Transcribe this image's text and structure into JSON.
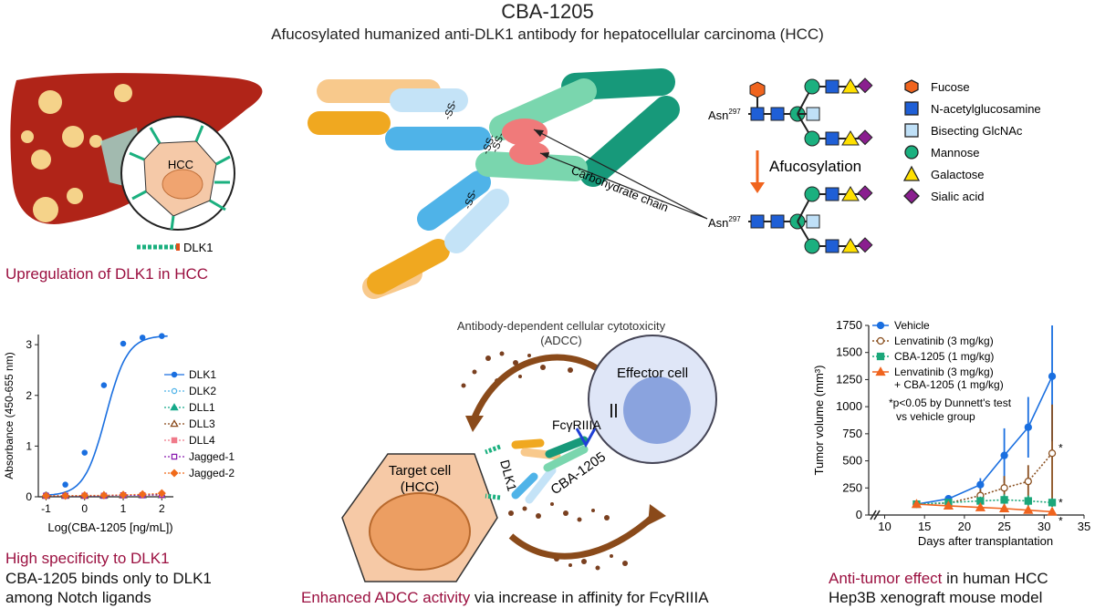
{
  "header": {
    "title": "CBA-1205",
    "subtitle": "Afucosylated humanized anti-DLK1 antibody for hepatocellular carcinoma (HCC)"
  },
  "liver_panel": {
    "cell_label": "HCC",
    "dlk1_label": "DLK1",
    "caption": "Upregulation of DLK1 in HCC"
  },
  "antibody_panel": {
    "bond_label": "-SS-",
    "carb_label": "Carbohydrate chain"
  },
  "glycan_panel": {
    "asn_label": "Asn",
    "asn_sup": "297",
    "process_label": "Afucosylation",
    "legend": [
      {
        "label": "Fucose",
        "shape": "hexagon",
        "color": "#f0641e"
      },
      {
        "label": "N-acetylglucosamine",
        "shape": "square",
        "color": "#1f5fd6"
      },
      {
        "label": "Bisecting GlcNAc",
        "shape": "square",
        "color": "#bfe0f7"
      },
      {
        "label": "Mannose",
        "shape": "circle",
        "color": "#1bb07f"
      },
      {
        "label": "Galactose",
        "shape": "triangle",
        "color": "#ffe000"
      },
      {
        "label": "Sialic acid",
        "shape": "diamond",
        "color": "#8a1f8f"
      }
    ]
  },
  "specificity_panel": {
    "caption_colored": "High specificity to DLK1",
    "caption_line2": "CBA-1205 binds only to DLK1",
    "caption_line3": "among Notch ligands"
  },
  "adcc_panel": {
    "top_label": "Antibody-dependent cellular cytotoxicity",
    "top_label2": "(ADCC)",
    "effector_label": "Effector cell",
    "receptor_label": "FcγRIIIA",
    "target_label1": "Target cell",
    "target_label2": "(HCC)",
    "dlk1_label": "DLK1",
    "antibody_label": "CBA-1205",
    "caption_colored": "Enhanced ADCC activity",
    "caption_rest": " via increase in affinity for FcγRIIIA"
  },
  "tumor_panel": {
    "note_line1": "*p<0.05 by Dunnett's test",
    "note_line2": "vs vehicle group",
    "caption_colored": "Anti-tumor effect",
    "caption_rest": " in human HCC",
    "caption_line2": "Hep3B xenograft mouse model"
  },
  "chart_data": [
    {
      "type": "line",
      "xlabel": "Log(CBA-1205 [ng/mL])",
      "ylabel": "Absorbance (450-655 nm)",
      "xlim": [
        -1.2,
        2.3
      ],
      "ylim": [
        0,
        3.2
      ],
      "xticks": [
        -1,
        0,
        1,
        2
      ],
      "yticks": [
        0,
        1,
        2,
        3
      ],
      "x": [
        -1.0,
        -0.5,
        0.0,
        0.5,
        1.0,
        1.5,
        2.0
      ],
      "series": [
        {
          "name": "DLK1",
          "color": "#1a6fe0",
          "marker": "circle",
          "values": [
            0.04,
            0.24,
            0.87,
            2.2,
            3.02,
            3.14,
            3.17
          ]
        },
        {
          "name": "DLK2",
          "color": "#4fb3e8",
          "marker": "open-circle",
          "values": [
            0.02,
            0.02,
            0.02,
            0.03,
            0.03,
            0.03,
            0.04
          ]
        },
        {
          "name": "DLL1",
          "color": "#16a98a",
          "marker": "triangle",
          "values": [
            0.02,
            0.02,
            0.02,
            0.02,
            0.03,
            0.03,
            0.03
          ]
        },
        {
          "name": "DLL3",
          "color": "#8a4a1a",
          "marker": "open-triangle",
          "values": [
            0.02,
            0.02,
            0.02,
            0.03,
            0.03,
            0.04,
            0.05
          ]
        },
        {
          "name": "DLL4",
          "color": "#f07a8a",
          "marker": "square",
          "values": [
            0.02,
            0.02,
            0.02,
            0.02,
            0.03,
            0.03,
            0.03
          ]
        },
        {
          "name": "Jagged-1",
          "color": "#8a1fb0",
          "marker": "open-square",
          "values": [
            0.02,
            0.02,
            0.02,
            0.02,
            0.03,
            0.03,
            0.04
          ]
        },
        {
          "name": "Jagged-2",
          "color": "#f06a1a",
          "marker": "diamond",
          "values": [
            0.02,
            0.02,
            0.03,
            0.03,
            0.04,
            0.05,
            0.07
          ]
        }
      ]
    },
    {
      "type": "line",
      "xlabel": "Days after transplantation",
      "ylabel": "Tumor volume (mm³)",
      "xlim": [
        8,
        35
      ],
      "ylim": [
        0,
        1750
      ],
      "xticks": [
        10,
        15,
        20,
        25,
        30,
        35
      ],
      "yticks": [
        0,
        250,
        500,
        750,
        1000,
        1250,
        1500,
        1750
      ],
      "x": [
        14,
        18,
        22,
        25,
        28,
        31
      ],
      "series": [
        {
          "name": "Vehicle",
          "color": "#1a6fe0",
          "marker": "circle",
          "style": "solid",
          "values": [
            100,
            150,
            280,
            550,
            810,
            1280
          ],
          "errors": [
            10,
            25,
            60,
            250,
            280,
            600
          ]
        },
        {
          "name": "Lenvatinib (3 mg/kg)",
          "color": "#8a5020",
          "marker": "open-circle",
          "style": "dotted",
          "values": [
            100,
            110,
            180,
            250,
            310,
            570
          ],
          "errors": [
            10,
            20,
            60,
            110,
            150,
            450
          ],
          "significance": "*"
        },
        {
          "name": "CBA-1205 (1 mg/kg)",
          "color": "#1ba77a",
          "marker": "square",
          "style": "dotted",
          "values": [
            100,
            115,
            130,
            140,
            130,
            115
          ],
          "errors": [
            10,
            20,
            40,
            50,
            50,
            40
          ],
          "significance": "*"
        },
        {
          "name": "Lenvatinib (3 mg/kg)",
          "name_line2": "+ CBA-1205 (1 mg/kg)",
          "color": "#f0641e",
          "marker": "triangle",
          "style": "solid",
          "values": [
            100,
            85,
            70,
            60,
            45,
            30
          ],
          "errors": [
            8,
            15,
            15,
            15,
            12,
            10
          ],
          "significance": "*"
        }
      ]
    }
  ]
}
